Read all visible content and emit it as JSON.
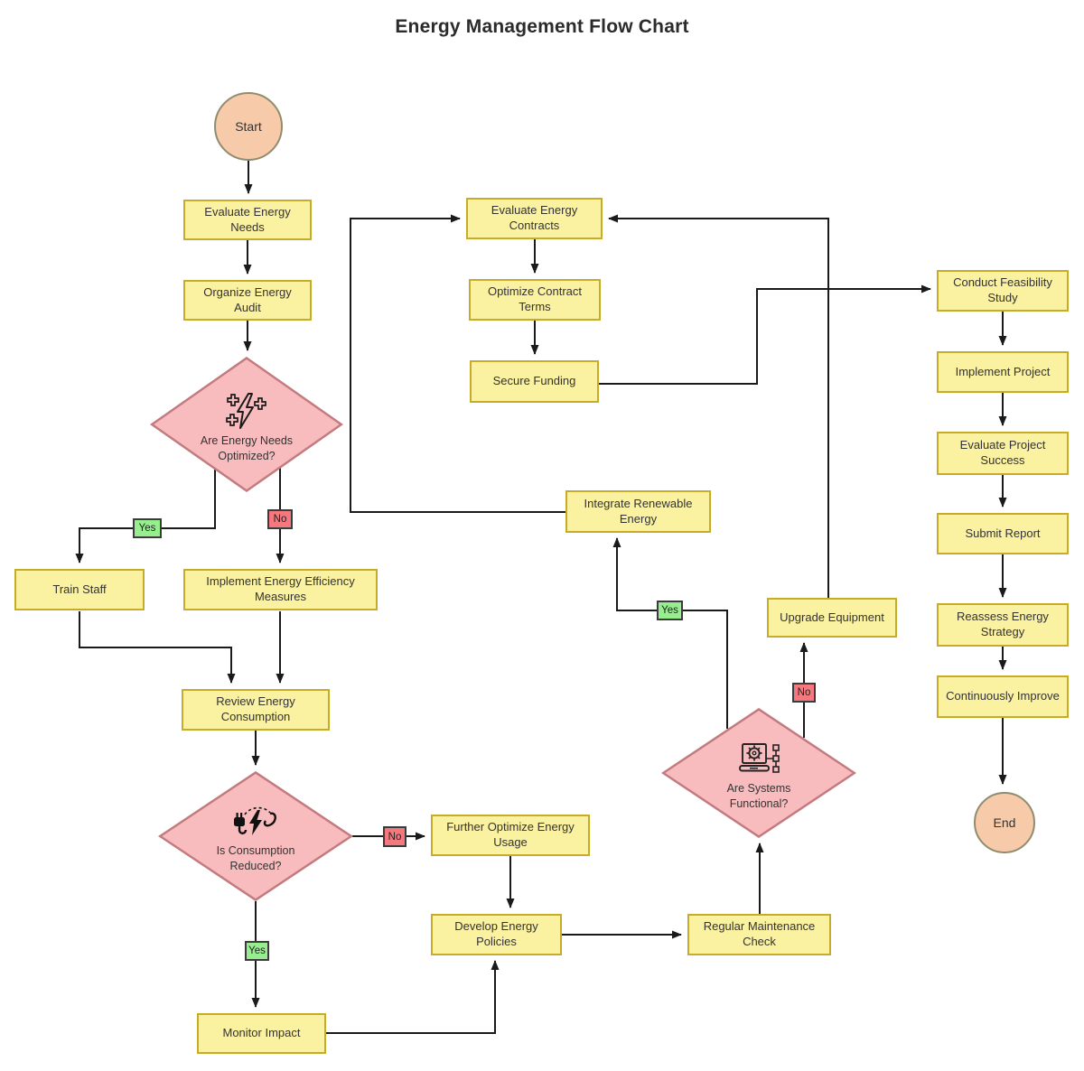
{
  "title": "Energy Management Flow Chart",
  "colors": {
    "process_fill": "#FAF1A1",
    "process_border": "#C6AC28",
    "decision_fill": "#F8BBBE",
    "decision_border": "#C27B7F",
    "terminator_fill": "#F7CAAA",
    "terminator_border": "#8F8C6F",
    "yes_fill": "#97EE8F",
    "no_fill": "#F4787E",
    "label_border": "#3B3B3B",
    "line": "#1A1A1A",
    "title_color": "#2B2B2B",
    "text_color": "#333333"
  },
  "nodes": {
    "start": "Start",
    "evaluate_energy_needs": "Evaluate Energy Needs",
    "organize_energy_audit": "Organize Energy Audit",
    "are_energy_needs_optimized": "Are Energy Needs Optimized?",
    "train_staff": "Train Staff",
    "implement_energy_efficiency_measures": "Implement Energy Efficiency Measures",
    "review_energy_consumption": "Review Energy Consumption",
    "is_consumption_reduced": "Is Consumption Reduced?",
    "further_optimize_energy_usage": "Further Optimize Energy Usage",
    "develop_energy_policies": "Develop Energy Policies",
    "monitor_impact": "Monitor Impact",
    "regular_maintenance_check": "Regular Maintenance Check",
    "are_systems_functional": "Are Systems Functional?",
    "upgrade_equipment": "Upgrade Equipment",
    "integrate_renewable_energy": "Integrate Renewable Energy",
    "evaluate_energy_contracts": "Evaluate Energy Contracts",
    "optimize_contract_terms": "Optimize Contract Terms",
    "secure_funding": "Secure Funding",
    "conduct_feasibility_study": "Conduct Feasibility Study",
    "implement_project": "Implement Project",
    "evaluate_project_success": "Evaluate Project Success",
    "submit_report": "Submit Report",
    "reassess_energy_strategy": "Reassess Energy Strategy",
    "continuously_improve": "Continuously Improve",
    "end": "End"
  },
  "edge_labels": {
    "yes": "Yes",
    "no": "No"
  },
  "icons": {
    "energy_optimization": "lightning-bolt-sparkles-icon",
    "consumption": "power-plug-bolt-icon",
    "systems": "laptop-gear-network-icon"
  }
}
